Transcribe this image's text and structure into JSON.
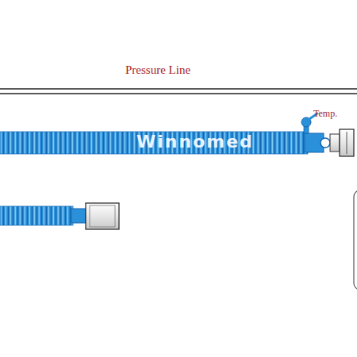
{
  "diagram": {
    "labels": [
      "Pressure Line",
      "Temp.",
      "Winnomed"
    ]
  }
}
